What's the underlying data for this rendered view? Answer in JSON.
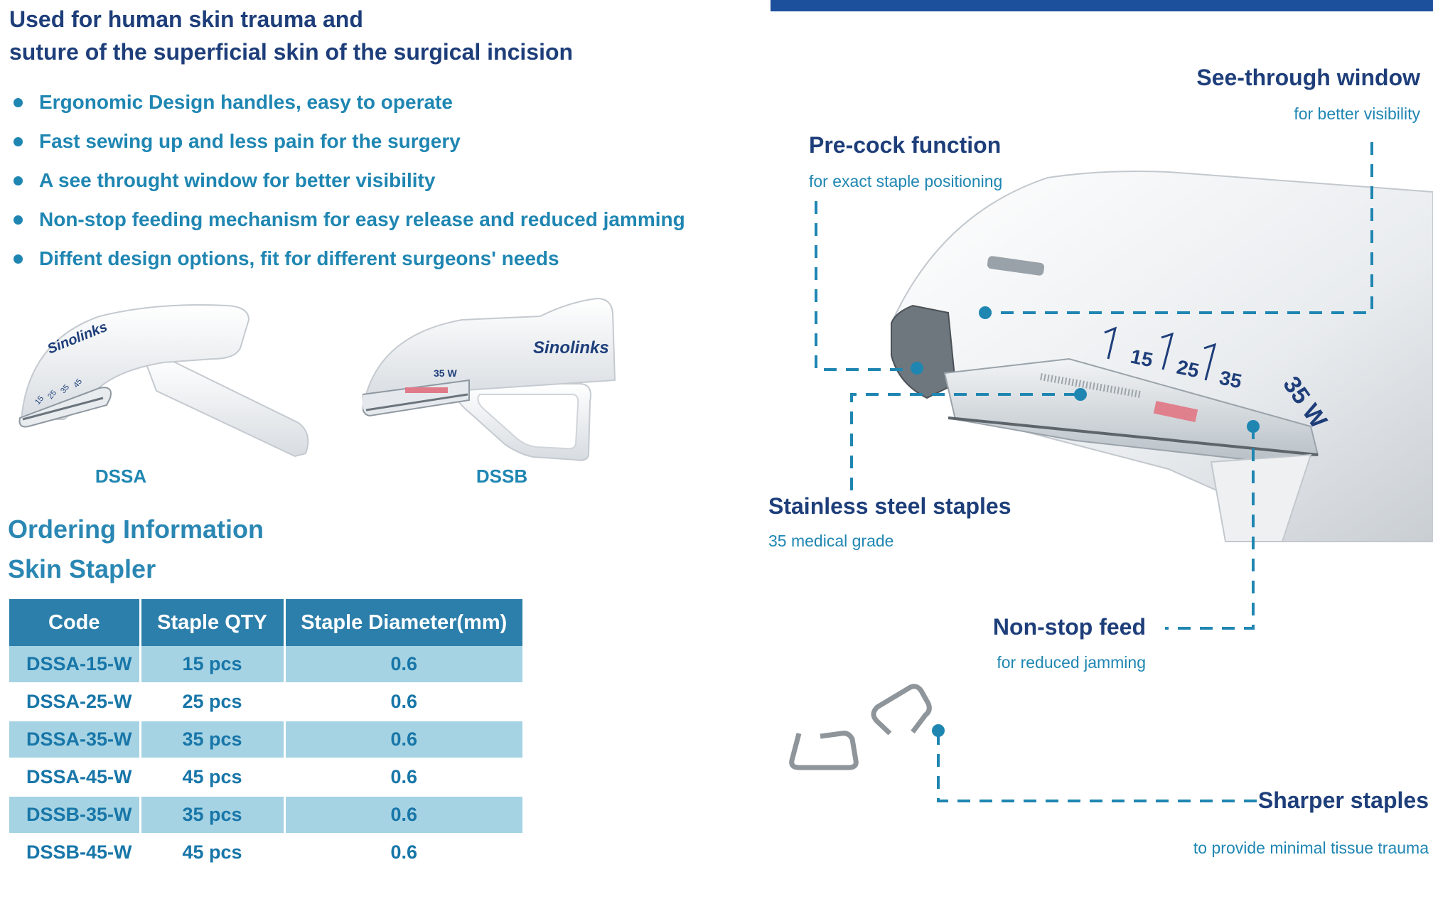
{
  "intro": {
    "line1": "Used for human skin trauma and",
    "line2": "suture of the superficial skin of the surgical incision"
  },
  "features": [
    "Ergonomic Design handles, easy to operate",
    "Fast sewing up and less pain for the surgery",
    "A see throught window for better visibility",
    "Non-stop feeding mechanism for easy release and reduced jamming",
    "Diffent design options, fit for different surgeons' needs"
  ],
  "products": [
    {
      "label": "DSSA",
      "logo": "Sinolinks",
      "scale": [
        "15",
        "25",
        "35",
        "45"
      ]
    },
    {
      "label": "DSSB",
      "logo": "Sinolinks",
      "marking": "35 W"
    }
  ],
  "ordering": {
    "title": "Ordering Information",
    "subtitle": "Skin Stapler",
    "columns": [
      "Code",
      "Staple QTY",
      "Staple Diameter(mm)"
    ],
    "rows": [
      {
        "code": "DSSA-15-W",
        "qty": "15 pcs",
        "diameter": "0.6"
      },
      {
        "code": "DSSA-25-W",
        "qty": "25 pcs",
        "diameter": "0.6"
      },
      {
        "code": "DSSA-35-W",
        "qty": "35 pcs",
        "diameter": "0.6"
      },
      {
        "code": "DSSA-45-W",
        "qty": "45 pcs",
        "diameter": "0.6"
      },
      {
        "code": "DSSB-35-W",
        "qty": "35 pcs",
        "diameter": "0.6"
      },
      {
        "code": "DSSB-45-W",
        "qty": "45 pcs",
        "diameter": "0.6"
      }
    ]
  },
  "detail": {
    "scale": [
      "15",
      "25",
      "35"
    ],
    "marking": "35 W"
  },
  "callouts": {
    "see_through": {
      "title": "See-through window",
      "sub": "for better visibility"
    },
    "pre_cock": {
      "title": "Pre-cock function",
      "sub": "for exact staple positioning"
    },
    "stainless": {
      "title": "Stainless steel staples",
      "sub": "35 medical grade"
    },
    "non_stop": {
      "title": "Non-stop feed",
      "sub": "for reduced jamming"
    },
    "sharper": {
      "title": "Sharper staples",
      "sub": "to provide minimal tissue trauma"
    }
  },
  "colors": {
    "navy": "#1e3e7a",
    "accent": "#1f86b2",
    "table_header": "#2d7fab",
    "table_shade": "#a6d3e3",
    "top_bar": "#1c4f9c"
  }
}
